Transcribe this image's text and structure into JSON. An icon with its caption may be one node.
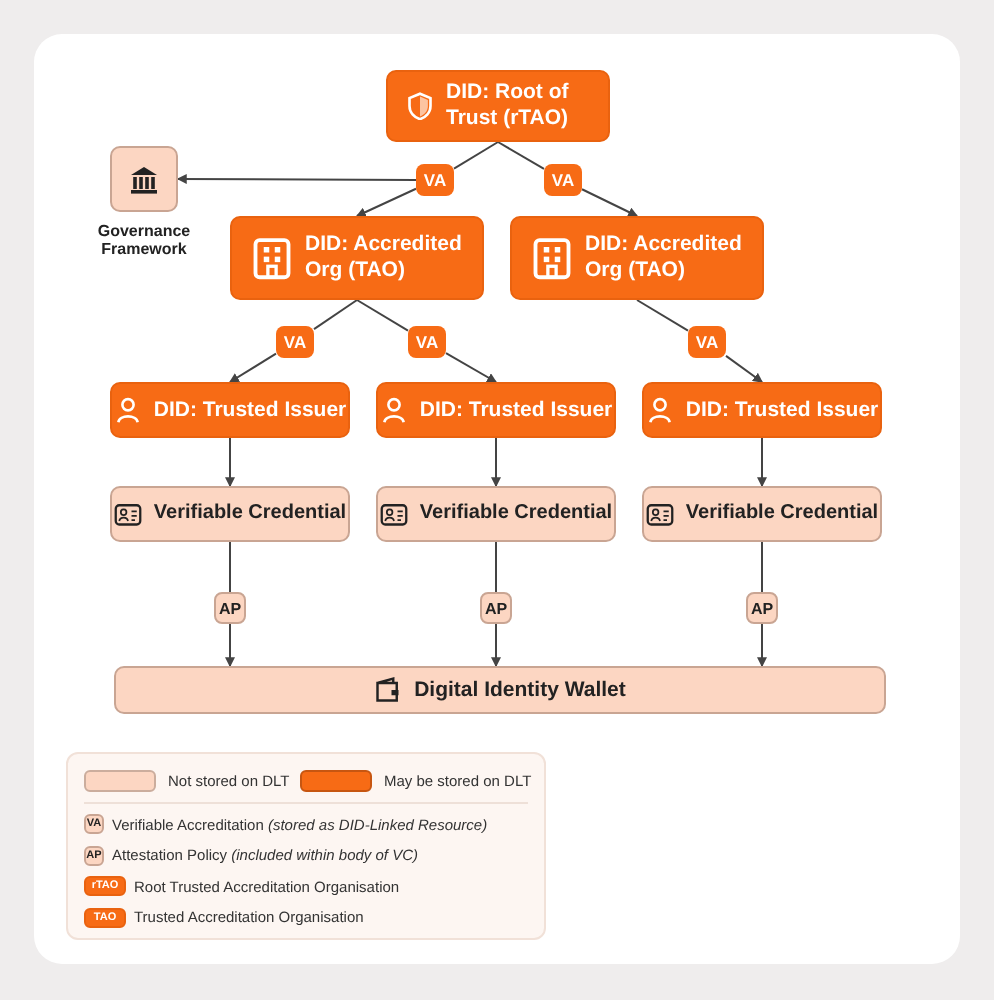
{
  "diagram": {
    "nodes": [
      {
        "text": [
          "DID: Root of Trust (rTAO)"
        ]
      },
      {
        "text": [
          "Governance Framework"
        ]
      },
      {
        "text": [
          "VA"
        ]
      },
      {
        "text": [
          "VA"
        ]
      },
      {
        "text": [
          "DID: Accredited Org (TAO)"
        ]
      },
      {
        "text": [
          "DID: Accredited Org (TAO)"
        ]
      },
      {
        "text": [
          "VA"
        ]
      },
      {
        "text": [
          "VA"
        ]
      },
      {
        "text": [
          "VA"
        ]
      },
      {
        "text": [
          "DID: Trusted Issuer"
        ]
      },
      {
        "text": [
          "DID: Trusted Issuer"
        ]
      },
      {
        "text": [
          "DID: Trusted Issuer"
        ]
      },
      {
        "text": [
          "Verifiable Credential"
        ]
      },
      {
        "text": [
          "Verifiable Credential"
        ]
      },
      {
        "text": [
          "Verifiable Credential"
        ]
      },
      {
        "text": [
          "AP"
        ]
      },
      {
        "text": [
          "AP"
        ]
      },
      {
        "text": [
          "AP"
        ]
      },
      {
        "text": [
          "Digital Identity Wallet"
        ]
      }
    ],
    "edges": [
      {
        "from": 0,
        "to": 2,
        "arrow": "none"
      },
      {
        "from": 2,
        "to": 1,
        "arrow": "to"
      },
      {
        "from": 2,
        "to": 4,
        "arrow": "to"
      },
      {
        "from": 0,
        "to": 3,
        "arrow": "none"
      },
      {
        "from": 3,
        "to": 5,
        "arrow": "to"
      },
      {
        "from": 4,
        "to": 6,
        "arrow": "none"
      },
      {
        "from": 6,
        "to": 9,
        "arrow": "to"
      },
      {
        "from": 4,
        "to": 7,
        "arrow": "none"
      },
      {
        "from": 7,
        "to": 10,
        "arrow": "to"
      },
      {
        "from": 5,
        "to": 8,
        "arrow": "none"
      },
      {
        "from": 8,
        "to": 11,
        "arrow": "to"
      },
      {
        "from": 9,
        "to": 12,
        "arrow": "to"
      },
      {
        "from": 10,
        "to": 13,
        "arrow": "to"
      },
      {
        "from": 11,
        "to": 14,
        "arrow": "to"
      },
      {
        "from": 12,
        "to": 15,
        "arrow": "none"
      },
      {
        "from": 15,
        "to": 18,
        "arrow": "to"
      },
      {
        "from": 13,
        "to": 16,
        "arrow": "none"
      },
      {
        "from": 16,
        "to": 18,
        "arrow": "to"
      },
      {
        "from": 14,
        "to": 17,
        "arrow": "none"
      },
      {
        "from": 17,
        "to": 18,
        "arrow": "to"
      }
    ],
    "labels": [
      "VA",
      "AP",
      "rTAO",
      "TAO"
    ],
    "legend": [
      {
        "text": "Not stored on DLT",
        "color": "#fcd6c2"
      },
      {
        "text": "May be stored on DLT",
        "color": "#f76b15"
      },
      {
        "text": "Verifiable Accreditation *(stored as DID-Linked Resource)*"
      },
      {
        "text": "Attestation Policy *(included within body of VC)*"
      },
      {
        "text": "Root Trusted Accreditation Organisation"
      },
      {
        "text": "Trusted Accreditation Organisation"
      }
    ]
  }
}
